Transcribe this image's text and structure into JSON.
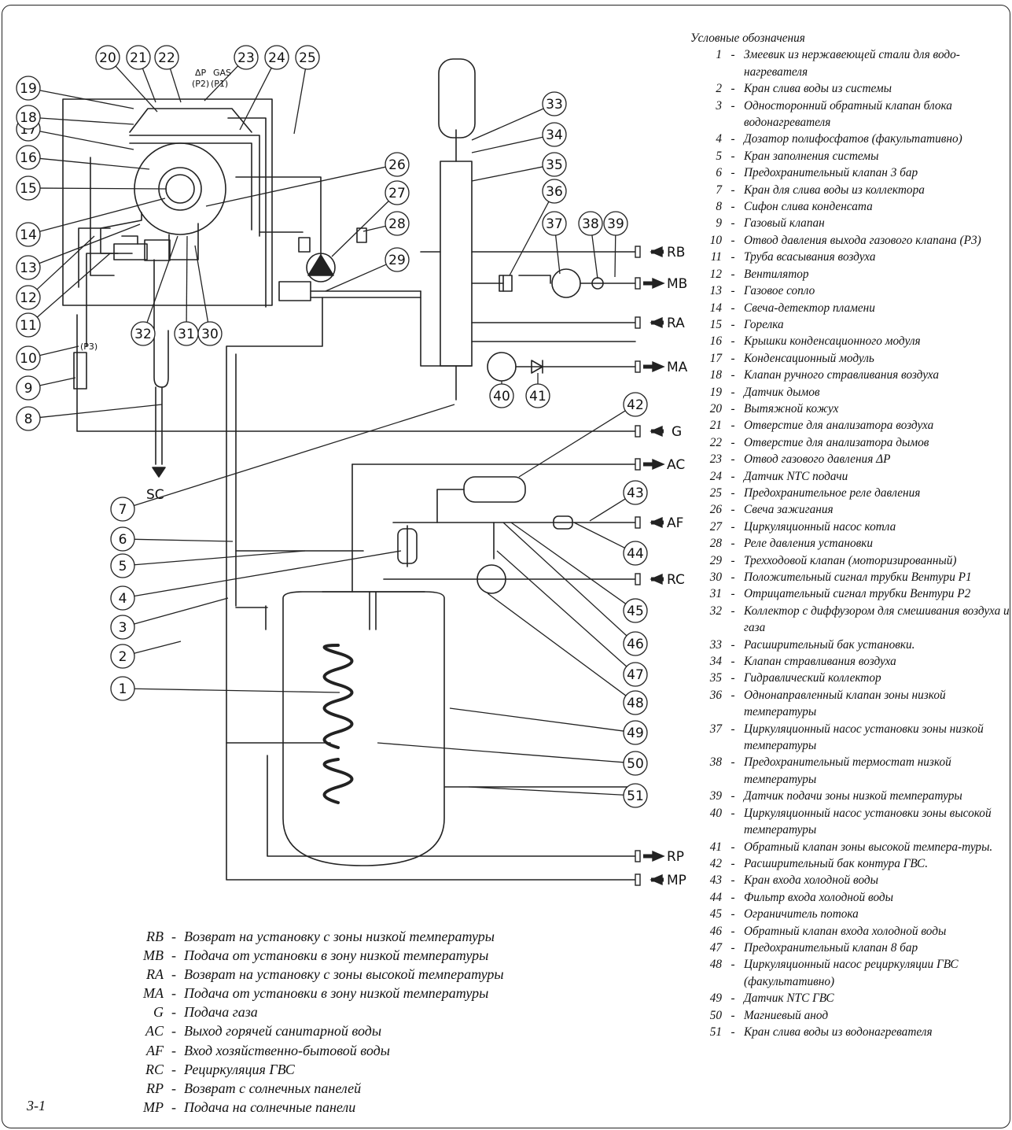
{
  "figure_label": "3-1",
  "legend_title": "Условные обозначения",
  "sensor_labels": {
    "dp": "ΔP",
    "gas": "GAS",
    "p2": "(P2)",
    "p1": "(P1)",
    "p3": "(P3)"
  },
  "ports": [
    {
      "code": "RB",
      "direction": "in"
    },
    {
      "code": "MB",
      "direction": "out"
    },
    {
      "code": "RA",
      "direction": "in"
    },
    {
      "code": "MA",
      "direction": "out"
    },
    {
      "code": "G",
      "direction": "in"
    },
    {
      "code": "AC",
      "direction": "out"
    },
    {
      "code": "AF",
      "direction": "in"
    },
    {
      "code": "RC",
      "direction": "in"
    },
    {
      "code": "RP",
      "direction": "out"
    },
    {
      "code": "MP",
      "direction": "in"
    }
  ],
  "drain_label": "SC",
  "legend_items": [
    {
      "num": "1",
      "text": "Змеевик из нержавеющей стали для водо-нагревателя"
    },
    {
      "num": "2",
      "text": "Кран слива воды из системы"
    },
    {
      "num": "3",
      "text": "Односторонний обратный клапан блока водонагревателя"
    },
    {
      "num": "4",
      "text": "Дозатор полифосфатов (факультативно)"
    },
    {
      "num": "5",
      "text": "Кран заполнения системы"
    },
    {
      "num": "6",
      "text": "Предохранительный клапан 3 бар"
    },
    {
      "num": "7",
      "text": "Кран для слива воды из коллектора"
    },
    {
      "num": "8",
      "text": "Сифон слива конденсата"
    },
    {
      "num": "9",
      "text": "Газовый клапан"
    },
    {
      "num": "10",
      "text": "Отвод давления выхода газового клапана (P3)"
    },
    {
      "num": "11",
      "text": "Труба всасывания воздуха"
    },
    {
      "num": "12",
      "text": "Вентилятор"
    },
    {
      "num": "13",
      "text": "Газовое сопло"
    },
    {
      "num": "14",
      "text": "Свеча-детектор пламени"
    },
    {
      "num": "15",
      "text": "Горелка"
    },
    {
      "num": "16",
      "text": "Крышки конденсационного модуля"
    },
    {
      "num": "17",
      "text": "Конденсационный модуль"
    },
    {
      "num": "18",
      "text": "Клапан ручного стравливания воздуха"
    },
    {
      "num": "19",
      "text": "Датчик дымов"
    },
    {
      "num": "20",
      "text": "Вытяжной кожух"
    },
    {
      "num": "21",
      "text": "Отверстие для анализатора воздуха"
    },
    {
      "num": "22",
      "text": "Отверстие для анализатора дымов"
    },
    {
      "num": "23",
      "text": "Отвод газового давления ΔP"
    },
    {
      "num": "24",
      "text": "Датчик NTC подачи"
    },
    {
      "num": "25",
      "text": "Предохранительное реле давления"
    },
    {
      "num": "26",
      "text": "Свеча зажигания"
    },
    {
      "num": "27",
      "text": "Циркуляционный насос котла"
    },
    {
      "num": "28",
      "text": "Реле давления установки"
    },
    {
      "num": "29",
      "text": "Трехходовой клапан  (моторизированный)"
    },
    {
      "num": "30",
      "text": "Положительный сигнал трубки Вентури P1"
    },
    {
      "num": "31",
      "text": "Отрицательный сигнал трубки Вентури P2"
    },
    {
      "num": "32",
      "text": "Коллектор с диффузором для смешивания воздуха и газа"
    },
    {
      "num": "33",
      "text": "Расширительный бак установки."
    },
    {
      "num": "34",
      "text": "Клапан стравливания воздуха"
    },
    {
      "num": "35",
      "text": "Гидравлический коллектор"
    },
    {
      "num": "36",
      "text": "Однонаправленный клапан зоны низкой температуры"
    },
    {
      "num": "37",
      "text": "Циркуляционный насос установки зоны низкой температуры"
    },
    {
      "num": "38",
      "text": "Предохранительный термостат низкой температуры"
    },
    {
      "num": "39",
      "text": "Датчик подачи зоны низкой температуры"
    },
    {
      "num": "40",
      "text": "Циркуляционный насос установки зоны высокой температуры"
    },
    {
      "num": "41",
      "text": "Обратный клапан зоны высокой темпера-туры."
    },
    {
      "num": "42",
      "text": "Расширительный бак контура ГВС."
    },
    {
      "num": "43",
      "text": "Кран входа холодной воды"
    },
    {
      "num": "44",
      "text": "Фильтр входа холодной воды"
    },
    {
      "num": "45",
      "text": "Ограничитель потока"
    },
    {
      "num": "46",
      "text": "Обратный клапан входа холодной воды"
    },
    {
      "num": "47",
      "text": "Предохранительный клапан 8 бар"
    },
    {
      "num": "48",
      "text": "Циркуляционный насос рециркуляции ГВС (факультативно)"
    },
    {
      "num": "49",
      "text": "Датчик NTC ГВС"
    },
    {
      "num": "50",
      "text": "Магниевый анод"
    },
    {
      "num": "51",
      "text": "Кран слива воды из водонагревателя"
    }
  ],
  "port_legend": [
    {
      "code": "RB",
      "text": "Возврат на установку с зоны низкой температуры"
    },
    {
      "code": "MB",
      "text": "Подача от установки в зону низкой температуры"
    },
    {
      "code": "RA",
      "text": "Возврат на установку с зоны высокой температуры"
    },
    {
      "code": "MA",
      "text": "Подача от установки в зону низкой температуры"
    },
    {
      "code": "G",
      "text": "Подача газа"
    },
    {
      "code": "AC",
      "text": "Выход горячей санитарной воды"
    },
    {
      "code": "AF",
      "text": "Вход хозяйственно-бытовой воды"
    },
    {
      "code": "RC",
      "text": "Рециркуляция ГВС"
    },
    {
      "code": "RP",
      "text": "Возврат с солнечных панелей"
    },
    {
      "code": "MP",
      "text": "Подача на солнечные панели"
    }
  ]
}
